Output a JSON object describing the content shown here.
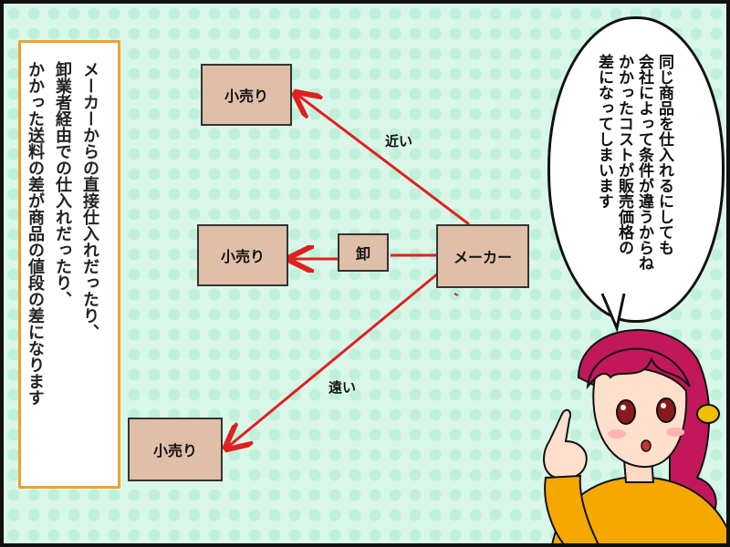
{
  "narration": {
    "text": "メーカーからの直接仕入れだったり、\n卸業者経由での仕入れだったり、\nかかった送料の差が商品の値段の差になります"
  },
  "diagram": {
    "maker_label": "メーカー",
    "wholesaler_label": "卸",
    "retailers": [
      "小売り",
      "小売り",
      "小売り"
    ],
    "near_label": "近い",
    "far_label": "遠い",
    "arrow_color": "#e02020"
  },
  "speech_bubble": {
    "text": "同じ商品を仕入れるにしても\n会社によって条件が違うからね\nかかったコストが販売価格の\n差になってしまいます"
  }
}
